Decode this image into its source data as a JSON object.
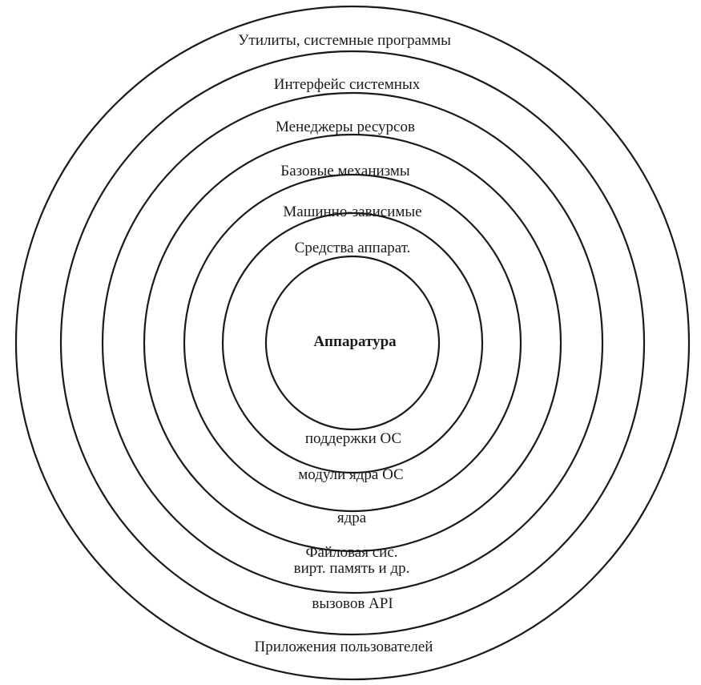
{
  "layers": [
    {
      "id": "hardware",
      "top": "Аппаратура",
      "bottom": []
    },
    {
      "id": "hw-support",
      "top": "Средства аппарат.",
      "bottom": [
        "поддержки ОС"
      ]
    },
    {
      "id": "machine-dependent",
      "top": "Машинно-зависимые",
      "bottom": [
        "модули ядра ОС"
      ]
    },
    {
      "id": "base-mechanisms",
      "top": "Базовые механизмы",
      "bottom": [
        "ядра"
      ]
    },
    {
      "id": "resource-managers",
      "top": "Менеджеры ресурсов",
      "bottom": [
        "Файловая сис.",
        "вирт. память и др."
      ]
    },
    {
      "id": "syscall-interface",
      "top": "Интерфейс системных",
      "bottom": [
        "вызовов API"
      ]
    },
    {
      "id": "utilities",
      "top": "Утилиты, системные программы",
      "bottom": [
        "Приложения пользователей"
      ]
    }
  ]
}
